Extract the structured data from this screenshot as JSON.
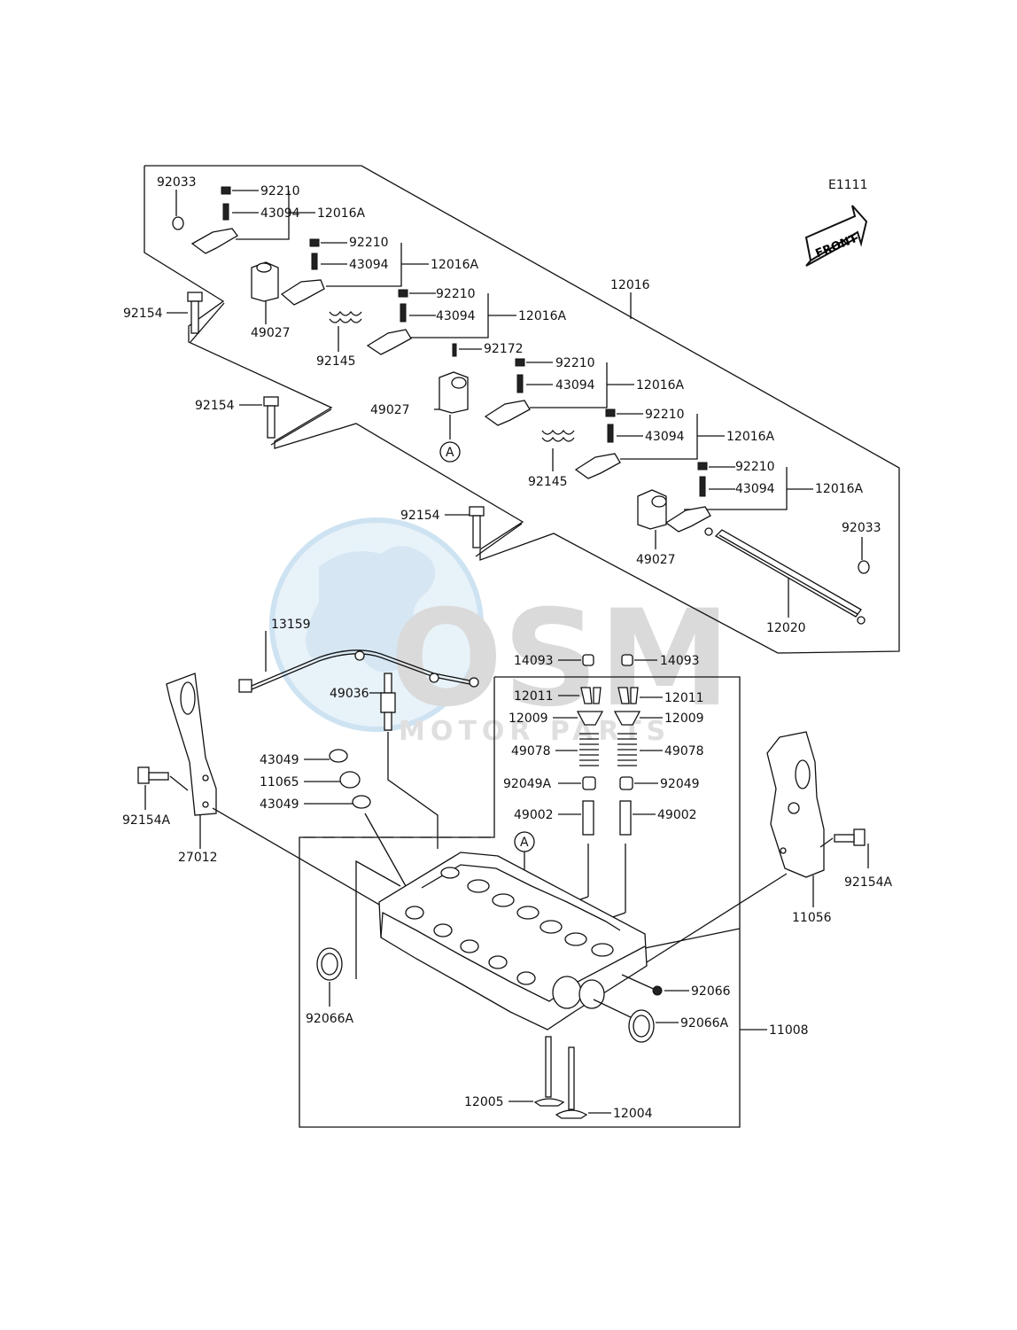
{
  "diagram": {
    "code": "E1111",
    "front_label": "FRONT",
    "watermark": {
      "logo": "OSM",
      "sub": "MOTOR PARTS",
      "colors": {
        "globe": "#cfe4f2",
        "text": "#d0d0d0"
      }
    },
    "ref_marker": "A",
    "labels": {
      "n92033_top": "92033",
      "n92210_1": "92210",
      "n43094_1": "43094",
      "n12016A_1": "12016A",
      "n92210_2": "92210",
      "n43094_2": "43094",
      "n12016A_2": "12016A",
      "n92210_3": "92210",
      "n43094_3": "43094",
      "n12016A_3": "12016A",
      "n92210_4": "92210",
      "n43094_4": "43094",
      "n12016A_4": "12016A",
      "n92210_5": "92210",
      "n43094_5": "43094",
      "n12016A_5": "12016A",
      "n92210_6": "92210",
      "n43094_6": "43094",
      "n12016A_6": "12016A",
      "n12016": "12016",
      "n92154_1": "92154",
      "n92154_2": "92154",
      "n92154_3": "92154",
      "n49027_1": "49027",
      "n49027_2": "49027",
      "n49027_3": "49027",
      "n92145_1": "92145",
      "n92145_2": "92145",
      "n92172": "92172",
      "n92033_right": "92033",
      "n12020": "12020",
      "n13159": "13159",
      "n49036": "49036",
      "n14093_l": "14093",
      "n14093_r": "14093",
      "n12011_l": "12011",
      "n12011_r": "12011",
      "n12009_l": "12009",
      "n12009_r": "12009",
      "n49078_l": "49078",
      "n49078_r": "49078",
      "n92049A": "92049A",
      "n92049": "92049",
      "n49002_l": "49002",
      "n49002_r": "49002",
      "n43049_1": "43049",
      "n11065": "11065",
      "n43049_2": "43049",
      "n92154A_l": "92154A",
      "n27012": "27012",
      "n11056": "11056",
      "n92154A_r": "92154A",
      "n92066": "92066",
      "n92066A_r": "92066A",
      "n92066A_l": "92066A",
      "n11008": "11008",
      "n12005": "12005",
      "n12004": "12004"
    }
  }
}
